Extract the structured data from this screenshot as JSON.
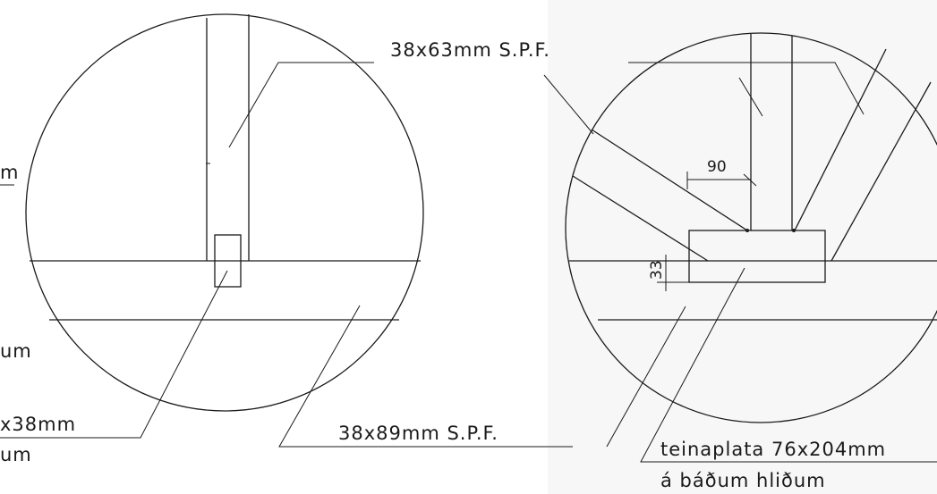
{
  "labels": {
    "top_member": "38x63mm S.P.F.",
    "bottom_member": "38x89mm S.P.F.",
    "plate_size": "teinaplata 76x204mm",
    "plate_both_sides": "á báðum hliðum",
    "left_cut_1": "m",
    "left_cut_2": "um",
    "left_cut_3": "x38mm",
    "left_cut_4": "um"
  },
  "dimensions": {
    "horizontal": "90",
    "vertical": "33"
  },
  "colors": {
    "line": "#1a1a1a",
    "background": "#ffffff"
  }
}
